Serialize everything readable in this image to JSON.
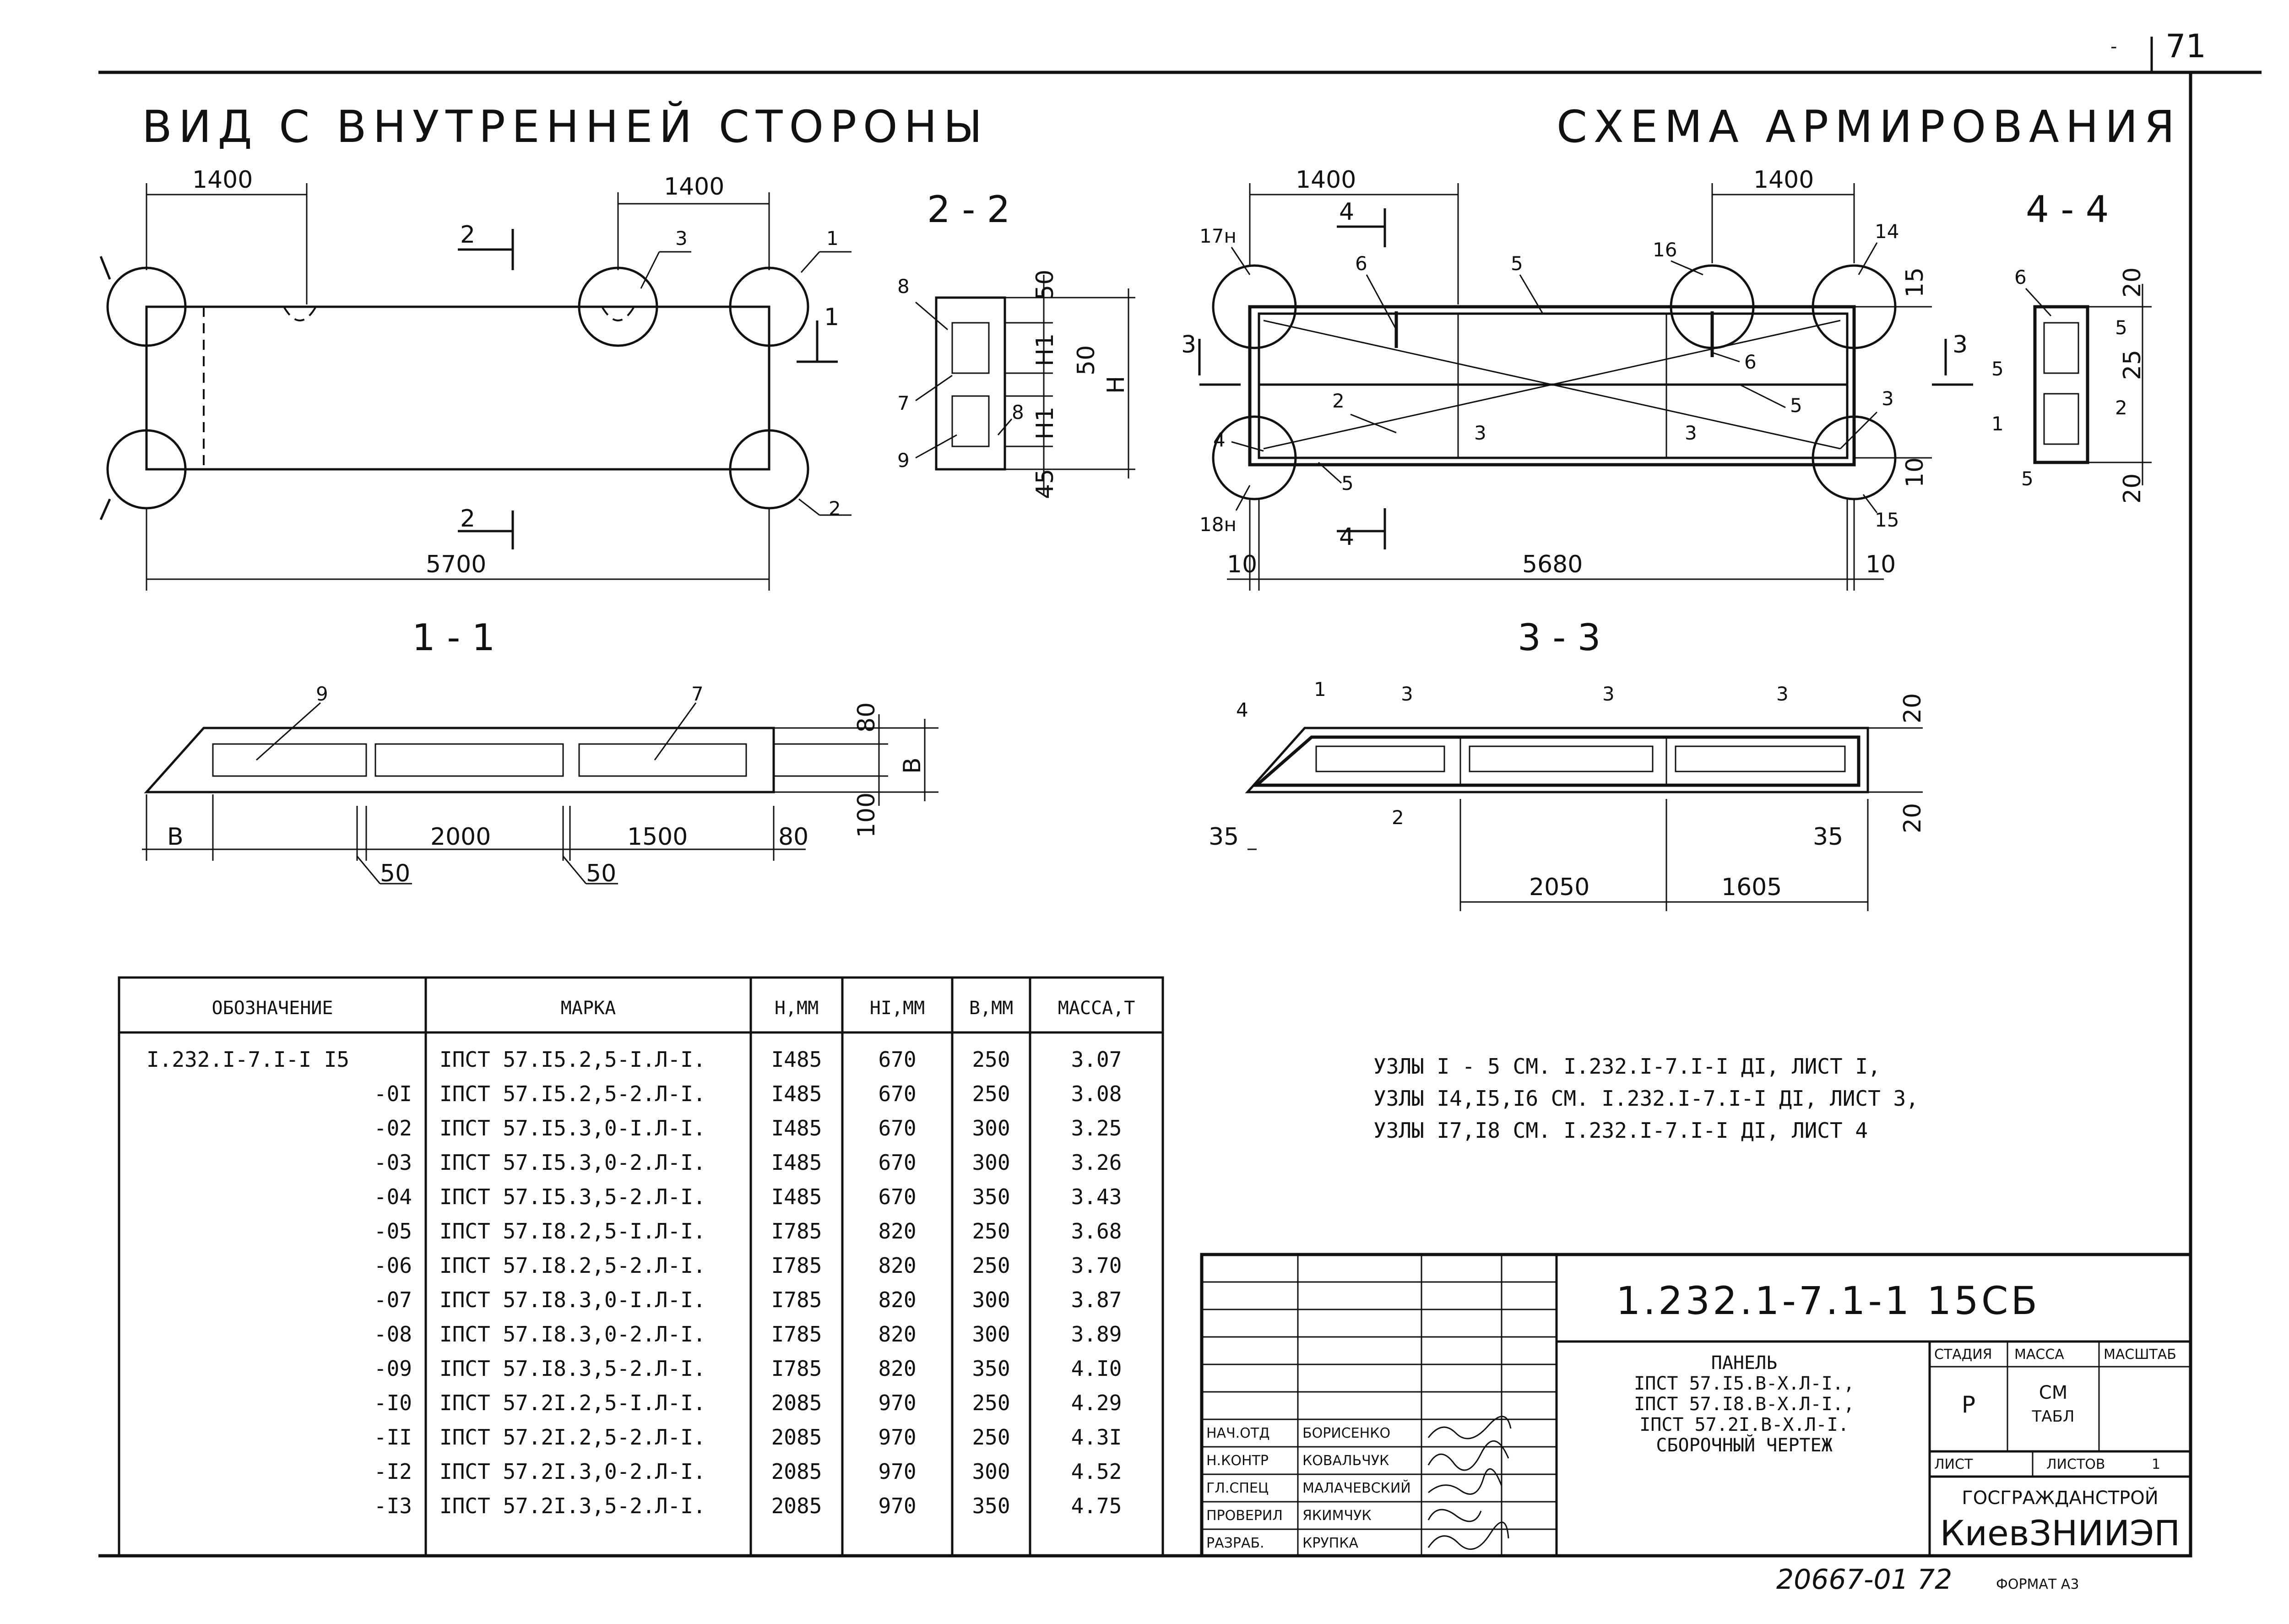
{
  "top_left_mark": "-",
  "sheet_mark": "71",
  "headers": {
    "inner_view": "ВИД С ВНУТРЕННЕЙ СТОРОНЫ",
    "reinforcement": "СХЕМА АРМИРОВАНИЯ"
  },
  "sections": {
    "s11": "1 - 1",
    "s22": "2 - 2",
    "s33": "3 - 3",
    "s44": "4 - 4"
  },
  "view_dims": {
    "d1400a": "1400",
    "d1400b": "1400",
    "d5700": "5700",
    "cut2": "2",
    "cut1": "1",
    "c1": "1",
    "c2": "2",
    "c3": "3"
  },
  "sec22": {
    "d50a": "50",
    "h1a": "H1",
    "d50b": "50",
    "h1b": "H1",
    "d45": "45",
    "h": "H",
    "c8a": "8",
    "c7": "7",
    "c9": "9",
    "c8b": "8"
  },
  "sec11": {
    "c9": "9",
    "c7": "7",
    "d80v": "80",
    "dB": "B",
    "d100": "100",
    "dBh": "B",
    "d2000": "2000",
    "d1500": "1500",
    "d80h": "80",
    "d50a": "50",
    "d50b": "50"
  },
  "arm": {
    "d1400a": "1400",
    "d1400b": "1400",
    "d5680": "5680",
    "d10a": "10",
    "d10b": "10",
    "d15a": "15",
    "d10v": "10",
    "cut4": "4",
    "cut3": "3",
    "c17": "17н",
    "c18": "18н",
    "c6a": "6",
    "c5a": "5",
    "c16": "16",
    "c14": "14",
    "c6b": "6",
    "c5b": "5",
    "c3a": "3",
    "c2": "2",
    "c3b": "3",
    "c3c": "3",
    "c4": "4",
    "c5c": "5",
    "c15": "15"
  },
  "sec44": {
    "c6": "6",
    "c5a": "5",
    "c5b": "5",
    "c1": "1",
    "c2": "2",
    "c5c": "5",
    "d20a": "20",
    "d25": "25",
    "d20b": "20"
  },
  "sec33": {
    "c4": "4",
    "c1": "1",
    "c3a": "3",
    "c3b": "3",
    "c3c": "3",
    "c2": "2",
    "d20a": "20",
    "d20b": "20",
    "d35a": "35",
    "d35b": "35",
    "d2050": "2050",
    "d1605": "1605"
  },
  "table": {
    "headers": [
      "ОБОЗНАЧЕНИЕ",
      "МАРКА",
      "Н,ММ",
      "НI,ММ",
      "В,ММ",
      "МАССА,Т"
    ],
    "rows": [
      [
        "I.232.I-7.I-I I5",
        "IПСТ 57.I5.2,5-I.Л-I.",
        "I485",
        "670",
        "250",
        "3.07"
      ],
      [
        "-0I",
        "IПСТ 57.I5.2,5-2.Л-I.",
        "I485",
        "670",
        "250",
        "3.08"
      ],
      [
        "-02",
        "IПСТ 57.I5.3,0-I.Л-I.",
        "I485",
        "670",
        "300",
        "3.25"
      ],
      [
        "-03",
        "IПСТ 57.I5.3,0-2.Л-I.",
        "I485",
        "670",
        "300",
        "3.26"
      ],
      [
        "-04",
        "IПСТ 57.I5.3,5-2.Л-I.",
        "I485",
        "670",
        "350",
        "3.43"
      ],
      [
        "-05",
        "IПСТ 57.I8.2,5-I.Л-I.",
        "I785",
        "820",
        "250",
        "3.68"
      ],
      [
        "-06",
        "IПСТ 57.I8.2,5-2.Л-I.",
        "I785",
        "820",
        "250",
        "3.70"
      ],
      [
        "-07",
        "IПСТ 57.I8.3,0-I.Л-I.",
        "I785",
        "820",
        "300",
        "3.87"
      ],
      [
        "-08",
        "IПСТ 57.I8.3,0-2.Л-I.",
        "I785",
        "820",
        "300",
        "3.89"
      ],
      [
        "-09",
        "IПСТ 57.I8.3,5-2.Л-I.",
        "I785",
        "820",
        "350",
        "4.I0"
      ],
      [
        "-I0",
        "IПСТ 57.2I.2,5-I.Л-I.",
        "2085",
        "970",
        "250",
        "4.29"
      ],
      [
        "-II",
        "IПСТ 57.2I.2,5-2.Л-I.",
        "2085",
        "970",
        "250",
        "4.3I"
      ],
      [
        "-I2",
        "IПСТ 57.2I.3,0-2.Л-I.",
        "2085",
        "970",
        "300",
        "4.52"
      ],
      [
        "-I3",
        "IПСТ 57.2I.3,5-2.Л-I.",
        "2085",
        "970",
        "350",
        "4.75"
      ]
    ]
  },
  "notes": [
    "УЗЛЫ  I - 5  СМ. I.232.I-7.I-I ДI, ЛИСТ I,",
    "УЗЛЫ  I4,I5,I6  СМ. I.232.I-7.I-I ДI, ЛИСТ 3,",
    "УЗЛЫ  I7,I8  СМ. I.232.I-7.I-I ДI, ЛИСТ 4"
  ],
  "title_block": {
    "code": "1.232.1-7.1-1  15СБ",
    "title_lines": [
      "ПАНЕЛЬ",
      "IПСТ 57.I5.В-Х.Л-I.,",
      "IПСТ 57.I8.В-Х.Л-I.,",
      "IПСТ 57.2I.В-Х.Л-I.",
      "СБОРОЧНЫЙ ЧЕРТЕЖ"
    ],
    "stage_label": "СТАДИЯ",
    "mass_label": "МАССА",
    "scale_label": "МАСШТАБ",
    "stage_value": "Р",
    "mass_value_1": "СМ",
    "mass_value_2": "ТАБЛ",
    "sheet_label": "ЛИСТ",
    "sheets_label": "ЛИСТОВ",
    "sheets_value": "1",
    "org_1": "ГОСГРАЖДАНСТРОЙ",
    "org_2": "КиевЗНИИЭП",
    "roles": [
      "НАЧ.ОТД",
      "Н.КОНТР",
      "ГЛ.СПЕЦ",
      "ПРОВЕРИЛ",
      "РАЗРАБ."
    ],
    "names": [
      "БОРИСЕНКО",
      "КОВАЛЬЧУК",
      "МАЛАЧЕВСКИЙ",
      "ЯКИМЧУК",
      "КРУПКА"
    ]
  },
  "footer": {
    "inventory": "20667-01  72",
    "format": "ФОРМАТ А3"
  }
}
